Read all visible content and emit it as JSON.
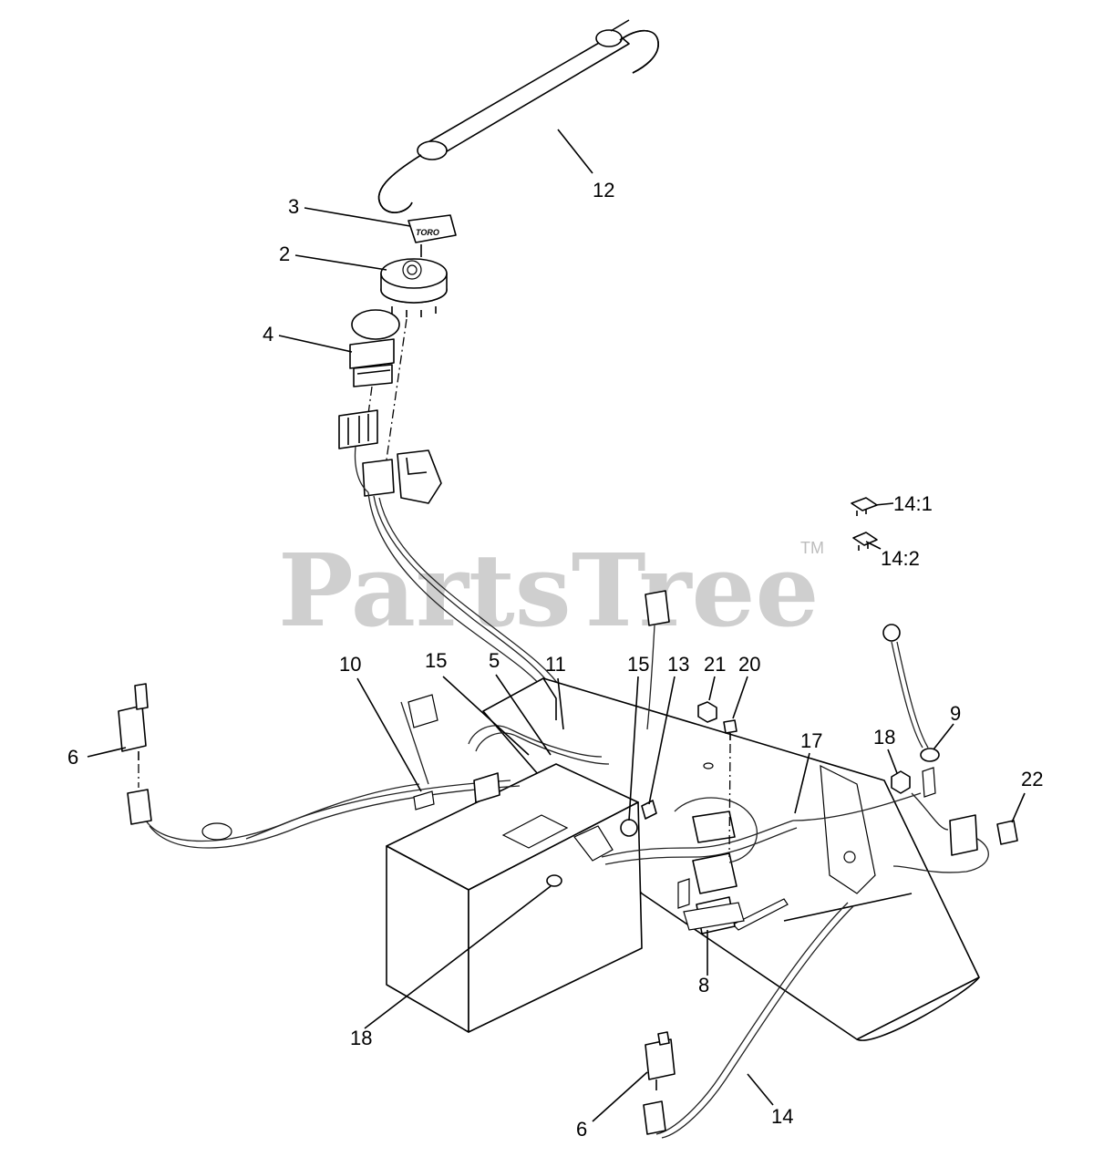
{
  "watermark": {
    "brand": "PartsTree",
    "trademark": "TM"
  },
  "key_text": "TORO",
  "callouts": [
    {
      "id": "12",
      "text": "12"
    },
    {
      "id": "3",
      "text": "3"
    },
    {
      "id": "2",
      "text": "2"
    },
    {
      "id": "4",
      "text": "4"
    },
    {
      "id": "14-1",
      "text": "14:1"
    },
    {
      "id": "14-2",
      "text": "14:2"
    },
    {
      "id": "10",
      "text": "10"
    },
    {
      "id": "15a",
      "text": "15"
    },
    {
      "id": "5",
      "text": "5"
    },
    {
      "id": "11",
      "text": "11"
    },
    {
      "id": "15b",
      "text": "15"
    },
    {
      "id": "13",
      "text": "13"
    },
    {
      "id": "21",
      "text": "21"
    },
    {
      "id": "20",
      "text": "20"
    },
    {
      "id": "9",
      "text": "9"
    },
    {
      "id": "18a",
      "text": "18"
    },
    {
      "id": "17",
      "text": "17"
    },
    {
      "id": "22",
      "text": "22"
    },
    {
      "id": "6a",
      "text": "6"
    },
    {
      "id": "8",
      "text": "8"
    },
    {
      "id": "18b",
      "text": "18"
    },
    {
      "id": "14",
      "text": "14"
    },
    {
      "id": "6b",
      "text": "6"
    }
  ]
}
